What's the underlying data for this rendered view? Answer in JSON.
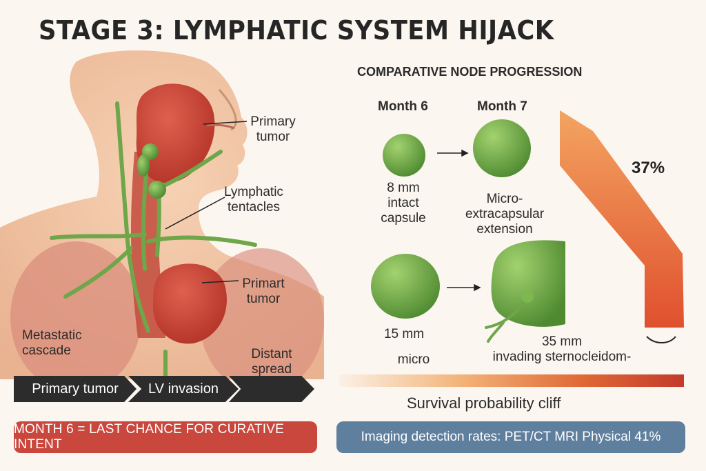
{
  "title": "STAGE 3: LYMPHATIC SYSTEM HIJACK",
  "anatomy": {
    "primary_tumor_label": "Primary\ntumor",
    "lymphatic_label": "Lymphatic\ntentacles",
    "primart_tumor_label": "Primart\ntumor",
    "metastatic_label": "Metastatic\ncascade"
  },
  "timeline": {
    "stages": [
      "Primary tumor",
      "LV invasion"
    ],
    "distant_label": "Distant\nspread"
  },
  "comparison": {
    "title": "COMPARATIVE NODE PROGRESSION",
    "month6_label": "Month 6",
    "month7_label": "Month 7",
    "node_small_m6": "8 mm\nintact\ncapsule",
    "node_small_m7": "Micro-\nextracapsular\nextension",
    "node_large_m6_size": "15 mm",
    "node_large_m6_desc": "micro",
    "node_large_m7": "35 mm\ninvading sternocleidom-"
  },
  "survival": {
    "percent": "37%",
    "label": "Survival probability cliff"
  },
  "banners": {
    "left": "MONTH 6 = LAST CHANCE FOR CURATIVE INTENT",
    "right": "Imaging detection rates: PET/CT   MRI   Physical 41%"
  },
  "colors": {
    "tumor": "#c9473d",
    "lymph": "#6fa64a",
    "banner_left": "#c9473d",
    "banner_right": "#5f7f9e",
    "timeline": "#2c2c2c"
  }
}
